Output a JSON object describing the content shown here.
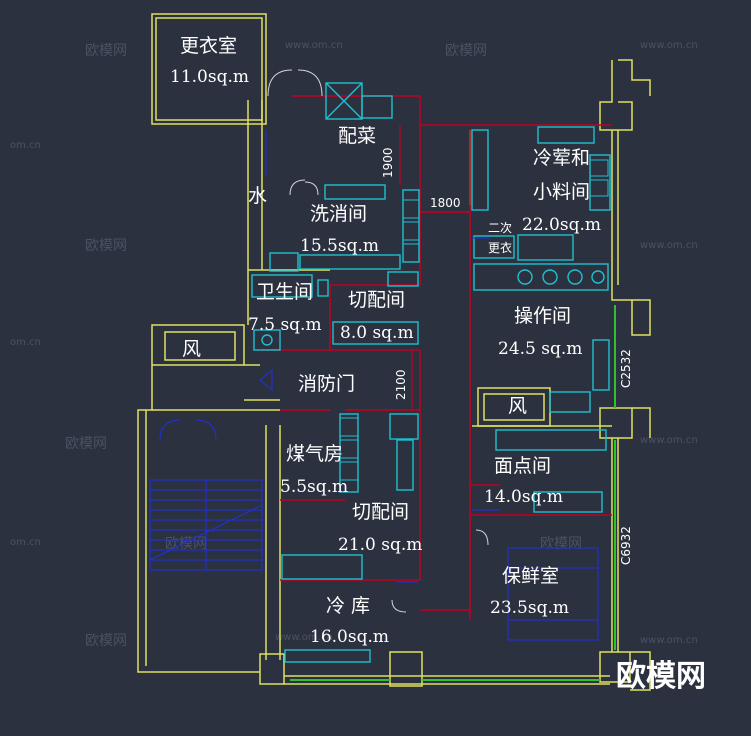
{
  "rooms": {
    "changing": {
      "name": "更衣室",
      "area": "11.0sq.m"
    },
    "prep": {
      "name": "配菜"
    },
    "dishwash": {
      "name": "洗消间",
      "area": "15.5sq.m"
    },
    "coldmeat": {
      "name1": "冷荤和",
      "name2": "小料间",
      "area": "22.0sq.m"
    },
    "toilet": {
      "name": "卫生间",
      "area": "7.5 sq.m"
    },
    "cutting1": {
      "name": "切配间",
      "area": "8.0 sq.m"
    },
    "operation": {
      "name": "操作间",
      "area": "24.5 sq.m"
    },
    "gas": {
      "name": "煤气房",
      "area": "5.5sq.m"
    },
    "cutting2": {
      "name": "切配间",
      "area": "21.0 sq.m"
    },
    "pastry": {
      "name": "面点间",
      "area": "14.0sq.m"
    },
    "freshkeep": {
      "name": "保鲜室",
      "area": "23.5sq.m"
    },
    "coldstore": {
      "name": "冷 库",
      "area": "16.0sq.m"
    }
  },
  "labels": {
    "water": "水",
    "fire_door": "消防门",
    "wind1": "风",
    "wind2": "风",
    "second_change_1": "二次",
    "second_change_2": "更衣"
  },
  "dimensions": {
    "d1": "1900",
    "d2": "1800",
    "d3": "2100",
    "c1": "C2532",
    "c2": "C6932"
  },
  "watermarks": {
    "brand": "欧模网",
    "site": "www.om.cn",
    "site2": "om.cn"
  },
  "logo": "欧模网",
  "colors": {
    "background": "#2b313f",
    "wall": "#e0e060",
    "fixture": "#20c0d0",
    "dimension": "#c00020",
    "door": "#2030e0",
    "glass": "#30c030"
  }
}
